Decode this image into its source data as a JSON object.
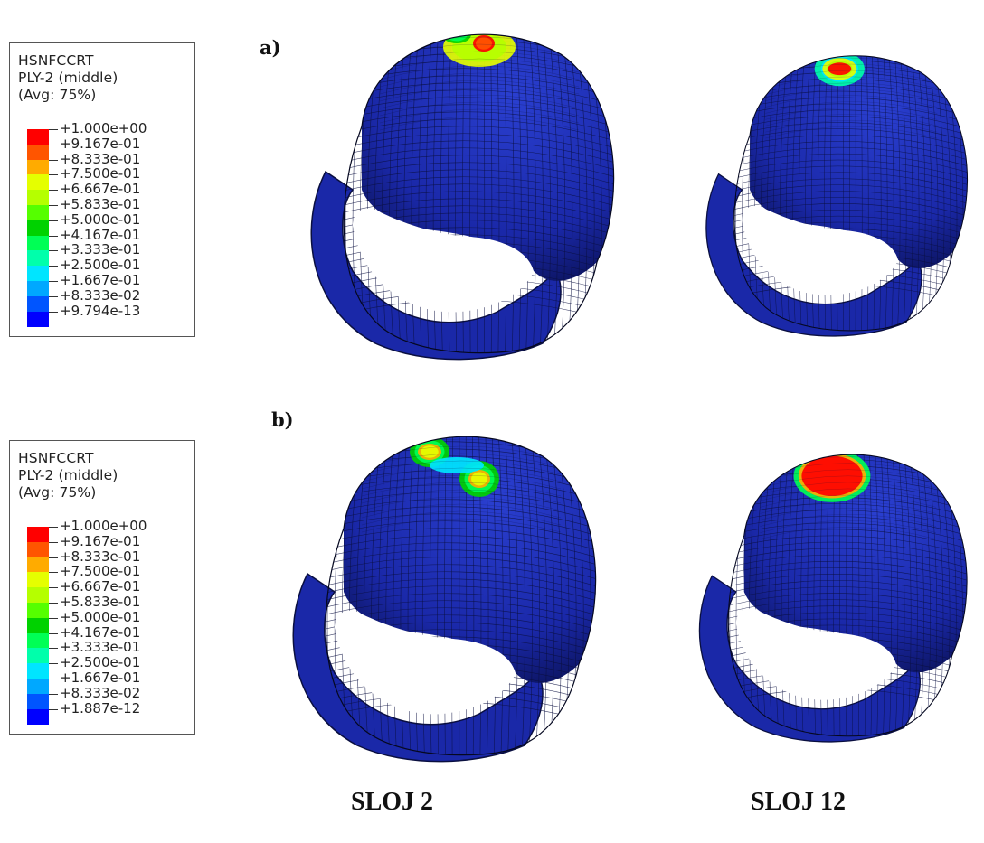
{
  "figure": {
    "panel_labels": [
      "a)",
      "b)"
    ],
    "column_captions": [
      "SLOJ 2",
      "SLOJ 12"
    ]
  },
  "legends": [
    {
      "variable": "HSNFCCRT",
      "ply": "PLY-2 (middle)",
      "averaging": "(Avg: 75%)",
      "values": [
        "+1.000e+00",
        "+9.167e-01",
        "+8.333e-01",
        "+7.500e-01",
        "+6.667e-01",
        "+5.833e-01",
        "+5.000e-01",
        "+4.167e-01",
        "+3.333e-01",
        "+2.500e-01",
        "+1.667e-01",
        "+8.333e-02",
        "+9.794e-13"
      ]
    },
    {
      "variable": "HSNFCCRT",
      "ply": "PLY-2 (middle)",
      "averaging": "(Avg: 75%)",
      "values": [
        "+1.000e+00",
        "+9.167e-01",
        "+8.333e-01",
        "+7.500e-01",
        "+6.667e-01",
        "+5.833e-01",
        "+5.000e-01",
        "+4.167e-01",
        "+3.333e-01",
        "+2.500e-01",
        "+1.667e-01",
        "+8.333e-02",
        "+1.887e-12"
      ]
    }
  ],
  "colormap": [
    "#ff0000",
    "#ff5500",
    "#ffab00",
    "#e5ff00",
    "#b5ff00",
    "#55ff00",
    "#00d200",
    "#00ff55",
    "#00ffab",
    "#00e5ff",
    "#00a8ff",
    "#0055ff",
    "#0000ff"
  ],
  "colors": {
    "helmet_base": "#1a28a8",
    "mesh_line": "#0a0f40"
  }
}
